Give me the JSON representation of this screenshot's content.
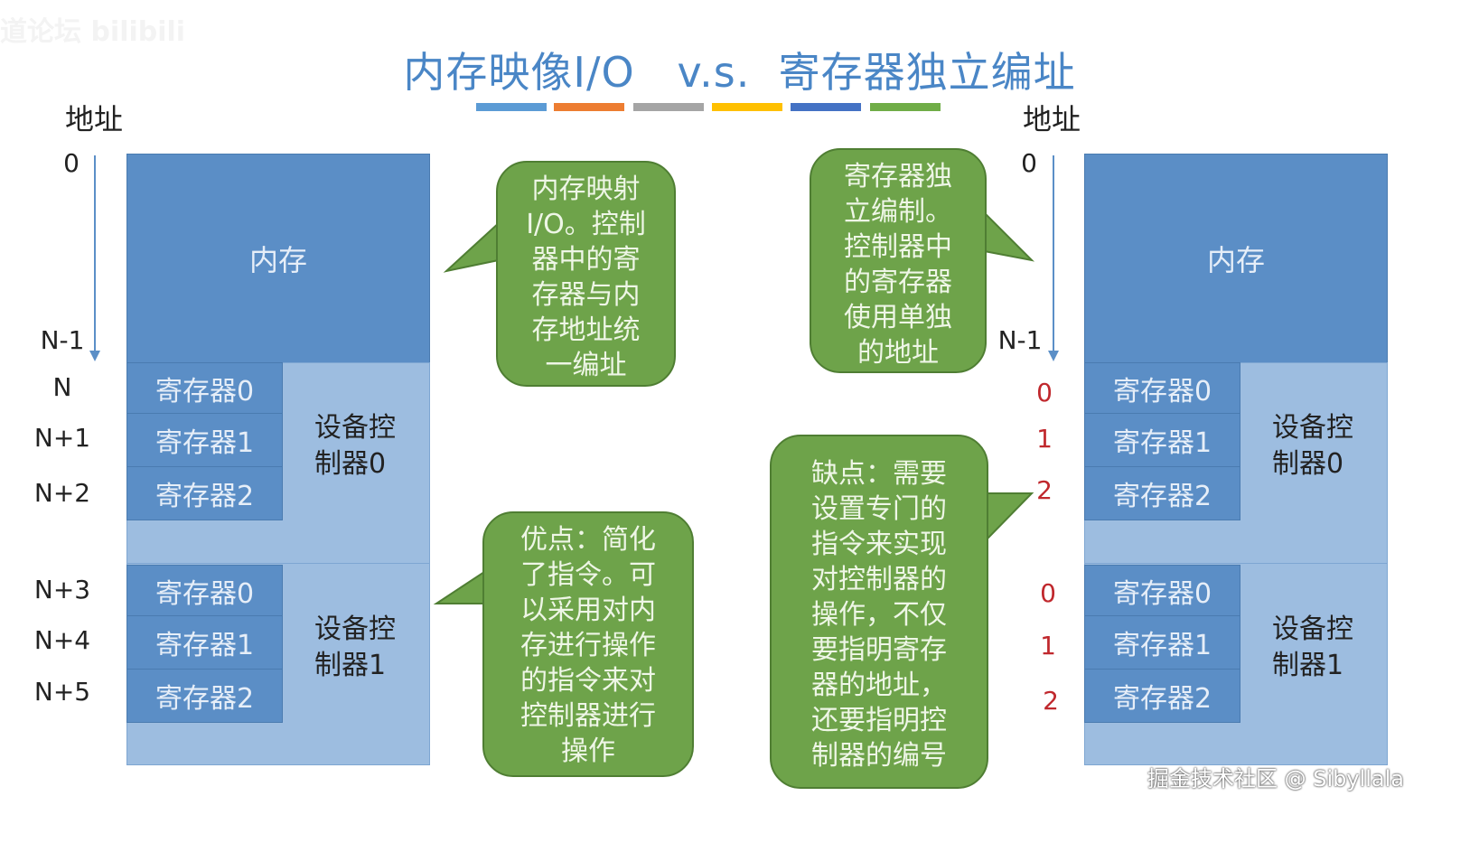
{
  "title": "内存映像I/O   v.s.  寄存器独立编址",
  "title_bar_colors": [
    "#5b9bd5",
    "#ed7d31",
    "#a5a5a5",
    "#ffc000",
    "#4472c4",
    "#70ad47"
  ],
  "left": {
    "addr_label": "地址",
    "addresses": [
      "0",
      "N-1",
      "N",
      "N+1",
      "N+2",
      "N+3",
      "N+4",
      "N+5"
    ],
    "memory_label": "内存",
    "controllers": [
      {
        "label": "设备控\n制器0",
        "registers": [
          "寄存器0",
          "寄存器1",
          "寄存器2"
        ]
      },
      {
        "label": "设备控\n制器1",
        "registers": [
          "寄存器0",
          "寄存器1",
          "寄存器2"
        ]
      }
    ]
  },
  "right": {
    "addr_label": "地址",
    "addresses": [
      "0",
      "N-1"
    ],
    "reg_addresses": [
      "0",
      "1",
      "2",
      "0",
      "1",
      "2"
    ],
    "memory_label": "内存",
    "controllers": [
      {
        "label": "设备控\n制器0",
        "registers": [
          "寄存器0",
          "寄存器1",
          "寄存器2"
        ]
      },
      {
        "label": "设备控\n制器1",
        "registers": [
          "寄存器0",
          "寄存器1",
          "寄存器2"
        ]
      }
    ]
  },
  "callouts": {
    "memory_mapped": "内存映射\nI/O。控制\n器中的寄\n存器与内\n存地址统\n一编址",
    "advantage": "优点：简化\n了指令。可\n以采用对内\n存进行操作\n的指令来对\n控制器进行\n操作",
    "independent": "寄存器独\n立编制。\n控制器中\n的寄存器\n使用单独\n的地址",
    "disadvantage": "缺点：需要\n设置专门的\n指令来实现\n对控制器的\n操作，不仅\n要指明寄存\n器的地址，\n还要指明控\n制器的编号"
  },
  "watermark": "掘金技术社区 @ Sibyllala",
  "logo": "道论坛  bilibili",
  "colors": {
    "memory": "#5b8ec6",
    "controller": "#9dbde0",
    "callout": "#6ea34a",
    "reg_addr": "#c0282d",
    "title": "#4a86c6"
  }
}
